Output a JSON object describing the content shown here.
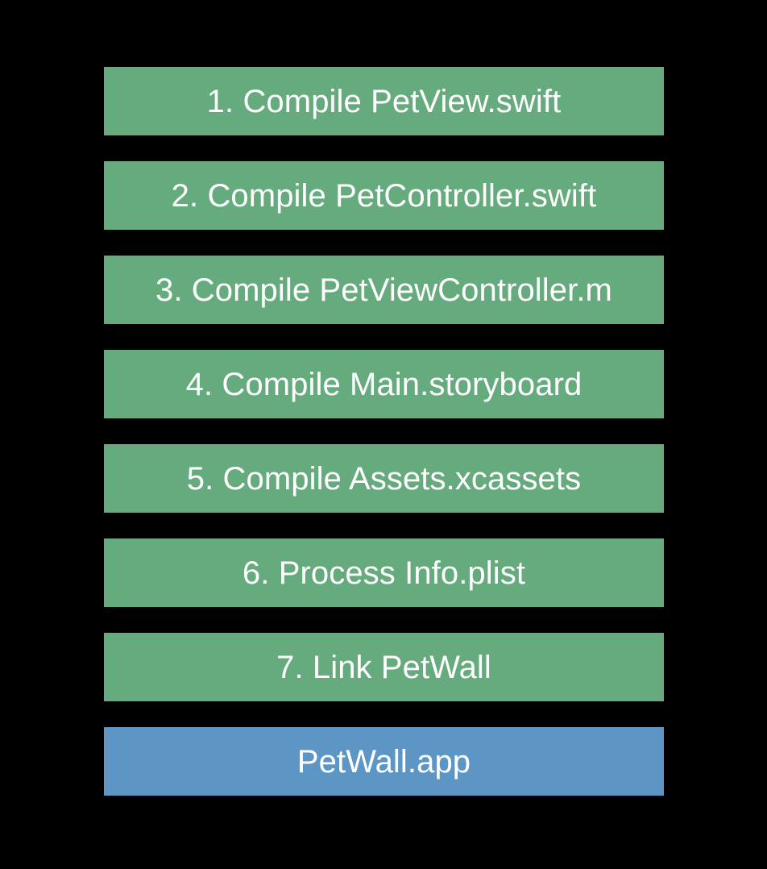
{
  "diagram": {
    "background_color": "#000000",
    "text_color": "#ffffff",
    "step_color": "#66ab7e",
    "artifact_color": "#5d96c4",
    "boxes": [
      {
        "label": "1. Compile PetView.swift",
        "kind": "step"
      },
      {
        "label": "2. Compile PetController.swift",
        "kind": "step"
      },
      {
        "label": "3. Compile PetViewController.m",
        "kind": "step"
      },
      {
        "label": "4. Compile Main.storyboard",
        "kind": "step"
      },
      {
        "label": "5. Compile Assets.xcassets",
        "kind": "step"
      },
      {
        "label": "6. Process Info.plist",
        "kind": "step"
      },
      {
        "label": "7. Link PetWall",
        "kind": "step"
      },
      {
        "label": "PetWall.app",
        "kind": "artifact"
      }
    ]
  }
}
